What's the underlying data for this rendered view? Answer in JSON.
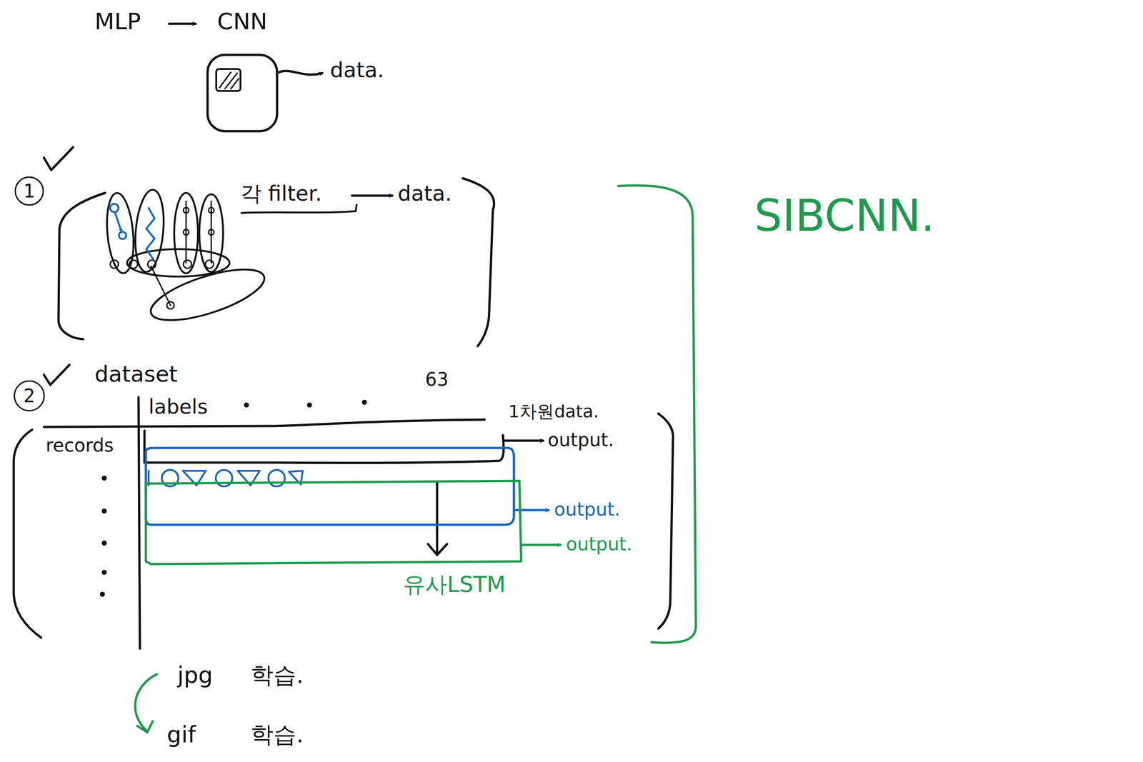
{
  "diagram": {
    "nodes": [
      {
        "text": [
          "1"
        ]
      },
      {
        "text": [
          "2"
        ]
      }
    ],
    "labels": [
      "MLP",
      "CNN",
      "data.",
      "각 filter.",
      "data.",
      "dataset",
      "labels",
      "63",
      "1차원data.",
      "records",
      "output.",
      "output.",
      "output.",
      "유사LSTM",
      "SIBCNN.",
      "jpg",
      "학습.",
      "gif",
      "학습."
    ]
  }
}
